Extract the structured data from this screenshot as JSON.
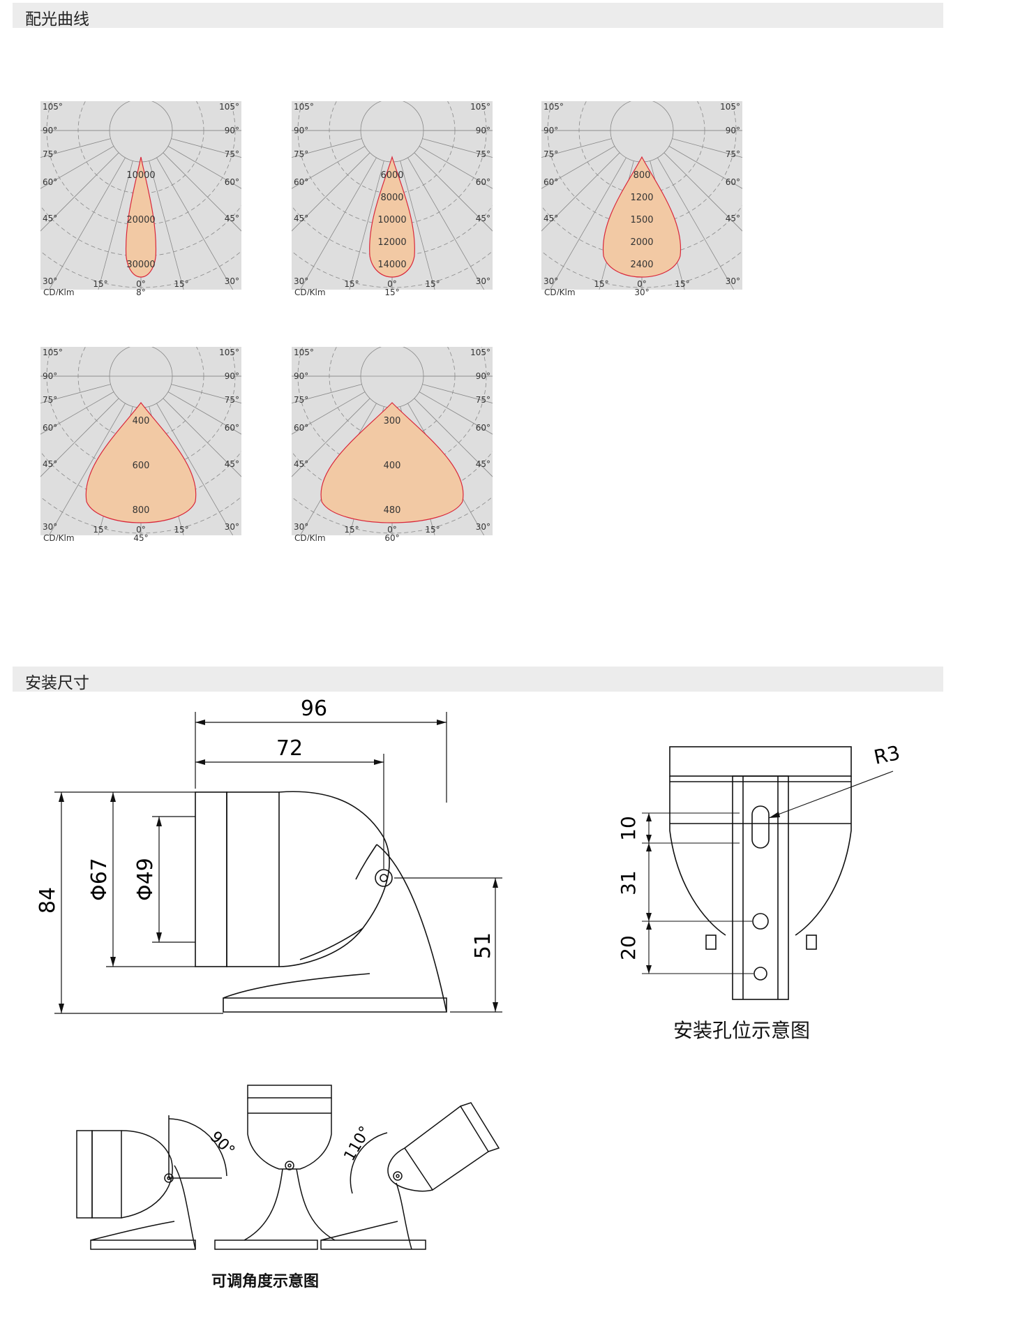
{
  "sections": {
    "light_distribution": "配光曲线",
    "installation_size": "安装尺寸"
  },
  "polar_common": {
    "angle_labels_left": [
      "105°",
      "90°",
      "75°",
      "60°",
      "45°",
      "30°"
    ],
    "angle_labels_right": [
      "105°",
      "90°",
      "75°",
      "60°",
      "45°",
      "30°"
    ],
    "bottom_left": "15°",
    "bottom_center": "0°",
    "bottom_right": "15°",
    "unit": "CD/Klm"
  },
  "chart_data": [
    {
      "type": "polar",
      "beam": "8°",
      "ring_values": [
        "10000",
        "20000",
        "30000"
      ],
      "beam_width_deg": 8
    },
    {
      "type": "polar",
      "beam": "15°",
      "ring_values": [
        "6000",
        "8000",
        "10000",
        "12000",
        "14000"
      ],
      "beam_width_deg": 15
    },
    {
      "type": "polar",
      "beam": "30°",
      "ring_values": [
        "800",
        "1200",
        "1500",
        "2000",
        "2400"
      ],
      "beam_width_deg": 30
    },
    {
      "type": "polar",
      "beam": "45°",
      "ring_values": [
        "400",
        "600",
        "800"
      ],
      "beam_width_deg": 45
    },
    {
      "type": "polar",
      "beam": "60°",
      "ring_values": [
        "300",
        "400",
        "480"
      ],
      "beam_width_deg": 60
    }
  ],
  "dimensions": {
    "width_total": "96",
    "width_body": "72",
    "height_total": "84",
    "diameter_outer": "Φ67",
    "diameter_inner": "Φ49",
    "pivot_height": "51"
  },
  "mounting": {
    "radius": "R3",
    "d1": "10",
    "d2": "31",
    "d3": "20",
    "caption": "安装孔位示意图"
  },
  "angles": {
    "a1": "90°",
    "a2": "110°",
    "caption": "可调角度示意图"
  },
  "colors": {
    "beam_fill": "#f2c9a4",
    "beam_stroke": "#d9263a",
    "panel_bg": "#dedede",
    "grid": "#888888"
  }
}
